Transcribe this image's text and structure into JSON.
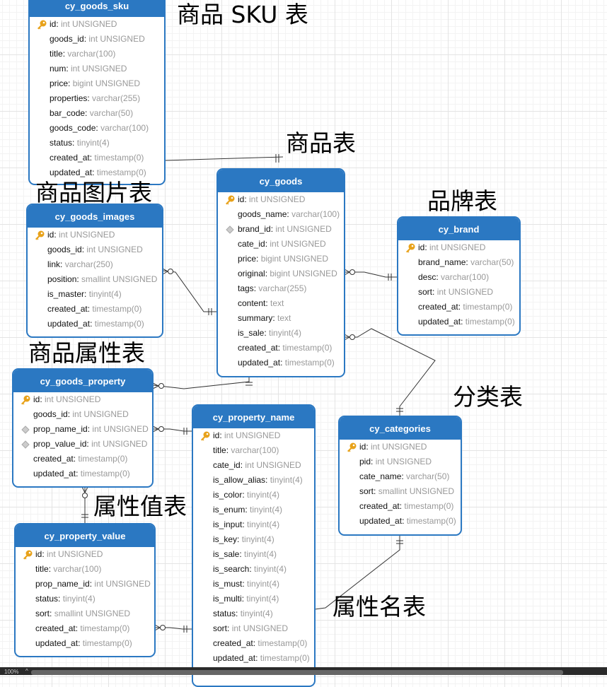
{
  "tables": [
    {
      "id": "sku",
      "name": "cy_goods_sku",
      "label": "商品 SKU 表",
      "fields": [
        {
          "n": "id",
          "t": "int UNSIGNED",
          "k": "pk"
        },
        {
          "n": "goods_id",
          "t": "int UNSIGNED"
        },
        {
          "n": "title",
          "t": "varchar(100)"
        },
        {
          "n": "num",
          "t": "int UNSIGNED"
        },
        {
          "n": "price",
          "t": "bigint UNSIGNED"
        },
        {
          "n": "properties",
          "t": "varchar(255)"
        },
        {
          "n": "bar_code",
          "t": "varchar(50)"
        },
        {
          "n": "goods_code",
          "t": "varchar(100)"
        },
        {
          "n": "status",
          "t": "tinyint(4)"
        },
        {
          "n": "created_at",
          "t": "timestamp(0)"
        },
        {
          "n": "updated_at",
          "t": "timestamp(0)"
        }
      ]
    },
    {
      "id": "images",
      "name": "cy_goods_images",
      "label": "商品图片表",
      "fields": [
        {
          "n": "id",
          "t": "int UNSIGNED",
          "k": "pk"
        },
        {
          "n": "goods_id",
          "t": "int UNSIGNED"
        },
        {
          "n": "link",
          "t": "varchar(250)"
        },
        {
          "n": "position",
          "t": "smallint UNSIGNED"
        },
        {
          "n": "is_master",
          "t": "tinyint(4)"
        },
        {
          "n": "created_at",
          "t": "timestamp(0)"
        },
        {
          "n": "updated_at",
          "t": "timestamp(0)"
        }
      ]
    },
    {
      "id": "goods",
      "name": "cy_goods",
      "label": "商品表",
      "fields": [
        {
          "n": "id",
          "t": "int UNSIGNED",
          "k": "pk"
        },
        {
          "n": "goods_name",
          "t": "varchar(100)"
        },
        {
          "n": "brand_id",
          "t": "int UNSIGNED",
          "k": "fk"
        },
        {
          "n": "cate_id",
          "t": "int UNSIGNED"
        },
        {
          "n": "price",
          "t": "bigint UNSIGNED"
        },
        {
          "n": "original",
          "t": "bigint UNSIGNED"
        },
        {
          "n": "tags",
          "t": "varchar(255)"
        },
        {
          "n": "content",
          "t": "text"
        },
        {
          "n": "summary",
          "t": "text"
        },
        {
          "n": "is_sale",
          "t": "tinyint(4)"
        },
        {
          "n": "created_at",
          "t": "timestamp(0)"
        },
        {
          "n": "updated_at",
          "t": "timestamp(0)"
        }
      ]
    },
    {
      "id": "brand",
      "name": "cy_brand",
      "label": "品牌表",
      "fields": [
        {
          "n": "id",
          "t": "int UNSIGNED",
          "k": "pk"
        },
        {
          "n": "brand_name",
          "t": "varchar(50)"
        },
        {
          "n": "desc",
          "t": "varchar(100)"
        },
        {
          "n": "sort",
          "t": "int UNSIGNED"
        },
        {
          "n": "created_at",
          "t": "timestamp(0)"
        },
        {
          "n": "updated_at",
          "t": "timestamp(0)"
        }
      ]
    },
    {
      "id": "property",
      "name": "cy_goods_property",
      "label": "商品属性表",
      "fields": [
        {
          "n": "id",
          "t": "int UNSIGNED",
          "k": "pk"
        },
        {
          "n": "goods_id",
          "t": "int UNSIGNED"
        },
        {
          "n": "prop_name_id",
          "t": "int UNSIGNED",
          "k": "fk"
        },
        {
          "n": "prop_value_id",
          "t": "int UNSIGNED",
          "k": "fk"
        },
        {
          "n": "created_at",
          "t": "timestamp(0)"
        },
        {
          "n": "updated_at",
          "t": "timestamp(0)"
        }
      ]
    },
    {
      "id": "pname",
      "name": "cy_property_name",
      "label": "属性名表",
      "fields": [
        {
          "n": "id",
          "t": "int UNSIGNED",
          "k": "pk"
        },
        {
          "n": "title",
          "t": "varchar(100)"
        },
        {
          "n": "cate_id",
          "t": "int UNSIGNED"
        },
        {
          "n": "is_allow_alias",
          "t": "tinyint(4)"
        },
        {
          "n": "is_color",
          "t": "tinyint(4)"
        },
        {
          "n": "is_enum",
          "t": "tinyint(4)"
        },
        {
          "n": "is_input",
          "t": "tinyint(4)"
        },
        {
          "n": "is_key",
          "t": "tinyint(4)"
        },
        {
          "n": "is_sale",
          "t": "tinyint(4)"
        },
        {
          "n": "is_search",
          "t": "tinyint(4)"
        },
        {
          "n": "is_must",
          "t": "tinyint(4)"
        },
        {
          "n": "is_multi",
          "t": "tinyint(4)"
        },
        {
          "n": "status",
          "t": "tinyint(4)"
        },
        {
          "n": "sort",
          "t": "int UNSIGNED"
        },
        {
          "n": "created_at",
          "t": "timestamp(0)"
        },
        {
          "n": "updated_at",
          "t": "timestamp(0)"
        }
      ]
    },
    {
      "id": "cats",
      "name": "cy_categories",
      "label": "分类表",
      "fields": [
        {
          "n": "id",
          "t": "int UNSIGNED",
          "k": "pk"
        },
        {
          "n": "pid",
          "t": "int UNSIGNED"
        },
        {
          "n": "cate_name",
          "t": "varchar(50)"
        },
        {
          "n": "sort",
          "t": "smallint UNSIGNED"
        },
        {
          "n": "created_at",
          "t": "timestamp(0)"
        },
        {
          "n": "updated_at",
          "t": "timestamp(0)"
        }
      ]
    },
    {
      "id": "pvalue",
      "name": "cy_property_value",
      "label": "属性值表",
      "fields": [
        {
          "n": "id",
          "t": "int UNSIGNED",
          "k": "pk"
        },
        {
          "n": "title",
          "t": "varchar(100)"
        },
        {
          "n": "prop_name_id",
          "t": "int UNSIGNED"
        },
        {
          "n": "status",
          "t": "tinyint(4)"
        },
        {
          "n": "sort",
          "t": "smallint UNSIGNED"
        },
        {
          "n": "created_at",
          "t": "timestamp(0)"
        },
        {
          "n": "updated_at",
          "t": "timestamp(0)"
        }
      ]
    }
  ],
  "statusbar": {
    "zoom": "100%",
    "up": "^"
  },
  "colors": {
    "header": "#2b78c2",
    "key": "#e8a21a"
  }
}
